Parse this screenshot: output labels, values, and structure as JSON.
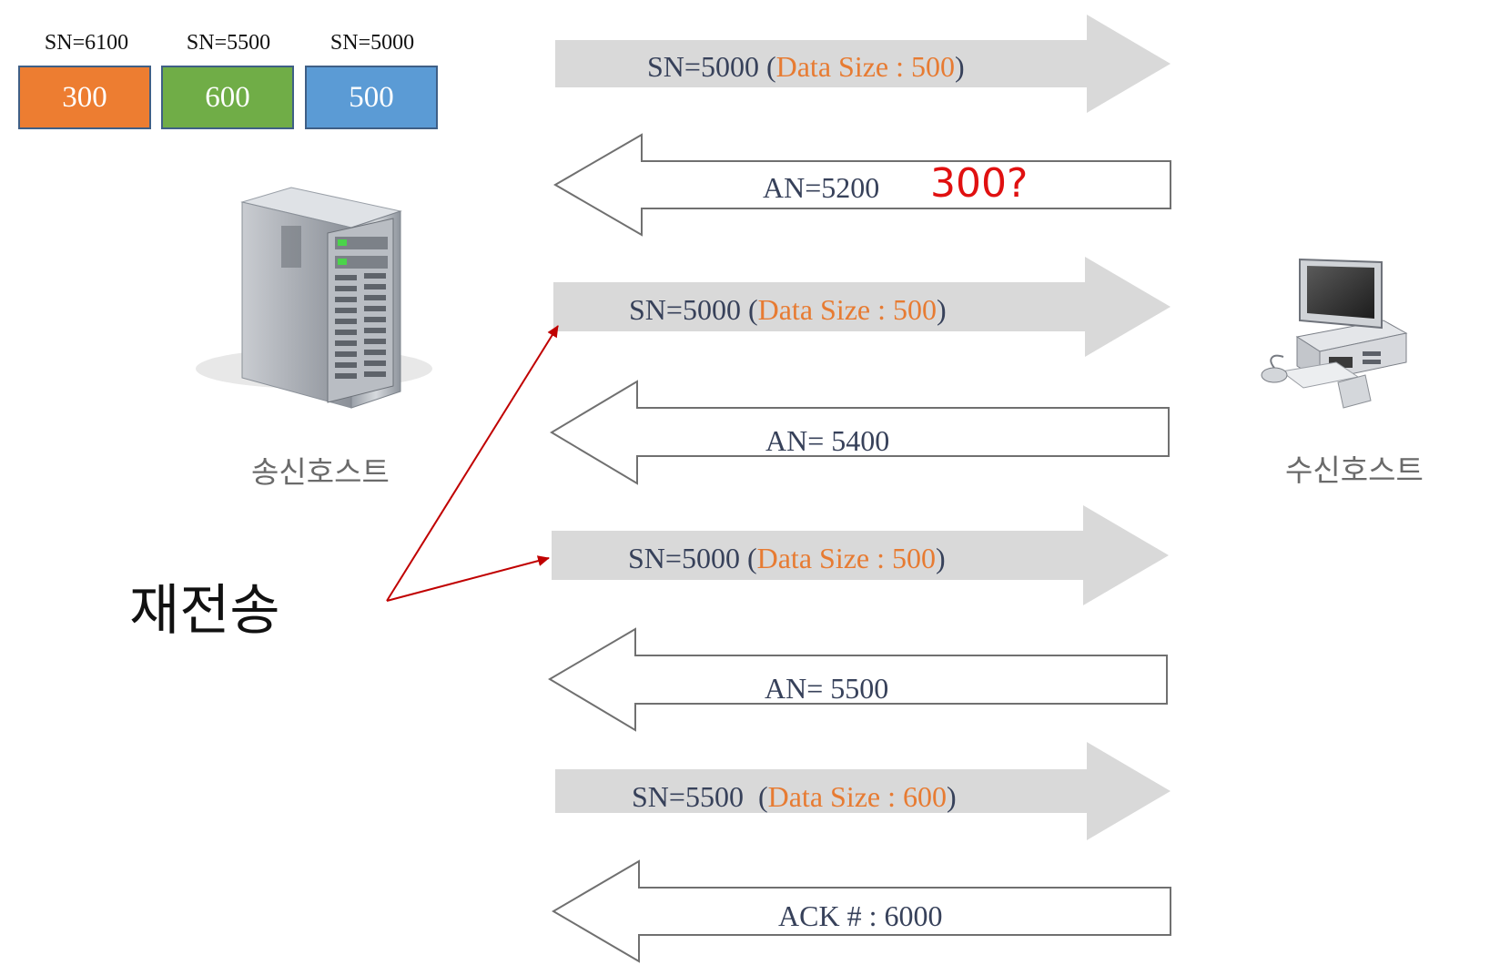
{
  "segments": [
    {
      "sn": "SN=6100",
      "size": "300",
      "color": "#ed7d31"
    },
    {
      "sn": "SN=5500",
      "size": "600",
      "color": "#70ad47"
    },
    {
      "sn": "SN=5000",
      "size": "500",
      "color": "#5b9bd5"
    }
  ],
  "sender": {
    "label": "송신호스트"
  },
  "receiver": {
    "label": "수신호스트"
  },
  "retransmit_label": "재전송",
  "messages": [
    {
      "dir": "right",
      "sn": "SN=5000 (",
      "ds": "Data Size : 500",
      ")": ")"
    },
    {
      "dir": "left",
      "text": "AN=5200",
      "note": "300?"
    },
    {
      "dir": "right",
      "sn": "SN=5000 (",
      "ds": "Data Size : 500",
      ")": ")"
    },
    {
      "dir": "left",
      "text": "AN= 5400"
    },
    {
      "dir": "right",
      "sn": "SN=5000 (",
      "ds": "Data Size : 500",
      ")": ")"
    },
    {
      "dir": "left",
      "text": "AN= 5500"
    },
    {
      "dir": "right",
      "sn": "SN=5500  (",
      "ds": "Data Size : 600",
      ")": ")"
    },
    {
      "dir": "left",
      "text": "ACK # : 6000"
    }
  ]
}
